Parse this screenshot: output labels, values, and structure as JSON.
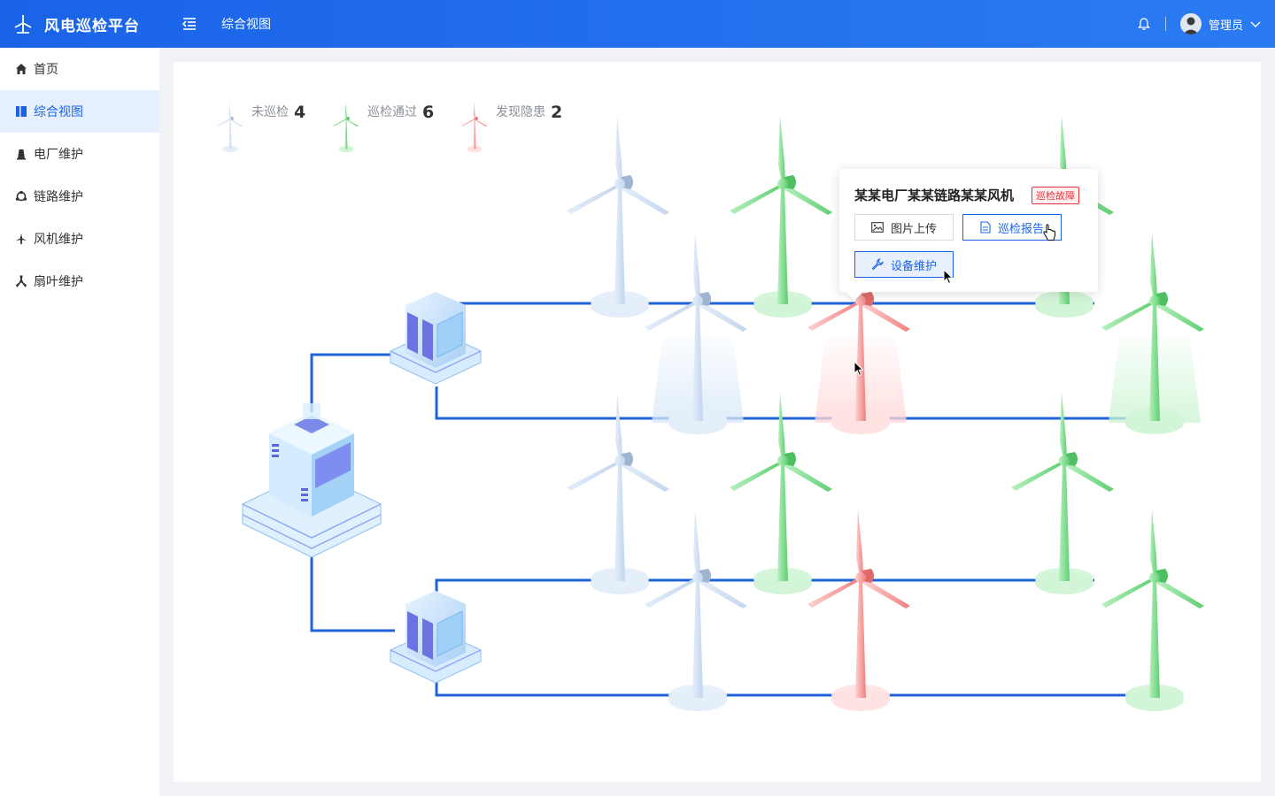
{
  "app": {
    "title": "风电巡检平台"
  },
  "header": {
    "breadcrumb": "综合视图",
    "user_name": "管理员"
  },
  "sidebar": {
    "items": [
      {
        "label": "首页",
        "icon": "home-icon",
        "active": false
      },
      {
        "label": "综合视图",
        "icon": "overview-icon",
        "active": true
      },
      {
        "label": "电厂维护",
        "icon": "power-plant-icon",
        "active": false
      },
      {
        "label": "链路维护",
        "icon": "link-icon",
        "active": false
      },
      {
        "label": "风机维护",
        "icon": "turbine-icon",
        "active": false
      },
      {
        "label": "扇叶维护",
        "icon": "blade-icon",
        "active": false
      }
    ]
  },
  "legend": [
    {
      "label": "未巡检",
      "count": "4",
      "status": "uninspected",
      "color": "#c9dcf2"
    },
    {
      "label": "巡检通过",
      "count": "6",
      "status": "passed",
      "color": "#6fd77c"
    },
    {
      "label": "发现隐患",
      "count": "2",
      "status": "hazard",
      "color": "#f28b8b"
    }
  ],
  "popup": {
    "title": "某某电厂某某链路某某风机",
    "badge": "巡检故障",
    "buttons": {
      "upload": "图片上传",
      "report": "巡检报告",
      "maintenance": "设备维护"
    }
  },
  "colors": {
    "primary": "#1a63e8",
    "line": "#1f63d9",
    "danger": "#e8333a"
  }
}
